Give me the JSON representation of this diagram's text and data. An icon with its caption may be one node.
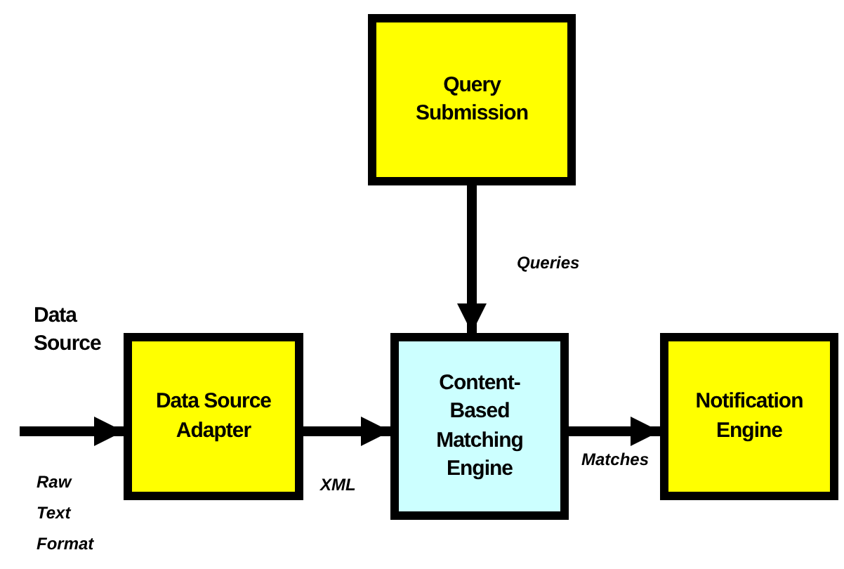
{
  "diagram": {
    "nodes": [
      {
        "text": [
          "Query Submission"
        ]
      },
      {
        "text": [
          "Data Source Adapter"
        ]
      },
      {
        "text": [
          "Content-Based Matching Engine"
        ]
      },
      {
        "text": [
          "Notification Engine"
        ]
      }
    ],
    "edges": [
      {
        "from": 0,
        "to": 2,
        "arrow": "to",
        "label": "Queries"
      },
      {
        "from": null,
        "to": 1,
        "arrow": "to"
      },
      {
        "from": 1,
        "to": 2,
        "arrow": "to",
        "label": "XML"
      },
      {
        "from": 2,
        "to": 3,
        "arrow": "to",
        "label": "Matches"
      }
    ],
    "labels": [
      "Data Source",
      "Raw Text Format"
    ]
  }
}
